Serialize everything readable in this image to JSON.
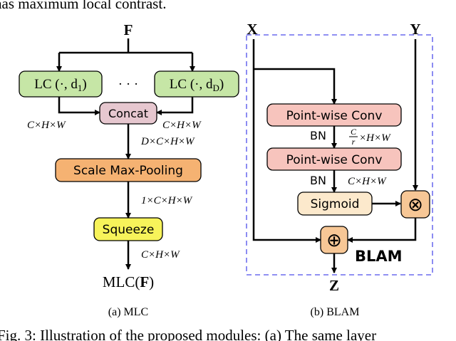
{
  "caption_top": "has maximum local contrast.",
  "caption_bottom": "Fig. 3: Illustration of the proposed modules: (a) The same layer",
  "mlc": {
    "input": "F",
    "lc_left": "LC (·, d",
    "lc_left_sub": "1",
    "lc_right": "LC (·, d",
    "lc_right_sub": "D",
    "lc_close": ")",
    "dots": "· · ·",
    "concat": "Concat",
    "dim_left": "C×H×W",
    "dim_right": "C×H×W",
    "dim_concat": "D×C×H×W",
    "scale_pool": "Scale Max-Pooling",
    "dim_pool": "1×C×H×W",
    "squeeze": "Squeeze",
    "dim_squeeze": "C×H×W",
    "output": "MLC(F)",
    "output_prefix": "MLC(",
    "output_var": "F",
    "output_suffix": ")",
    "subcaption": "(a) MLC"
  },
  "blam": {
    "input_x": "X",
    "input_y": "Y",
    "conv1": "Point-wise Conv",
    "bn1": "BN",
    "dim1_num": "C",
    "dim1_den": "r",
    "dim1_rest": "×H×W",
    "conv2": "Point-wise Conv",
    "bn2": "BN",
    "dim2": "C×H×W",
    "sigmoid": "Sigmoid",
    "multiply": "⊗",
    "add": "⊕",
    "title": "BLAM",
    "output": "Z",
    "subcaption": "(b) BLAM"
  },
  "colors": {
    "lc_fill": "#c6e6a6",
    "concat_fill": "#e6c7cf",
    "pool_fill": "#f5b272",
    "squeeze_fill": "#f7f35a",
    "conv_fill": "#f7c4bd",
    "sigmoid_fill": "#fce9cc",
    "op_fill": "#f7c796",
    "dash": "#8080f0"
  }
}
